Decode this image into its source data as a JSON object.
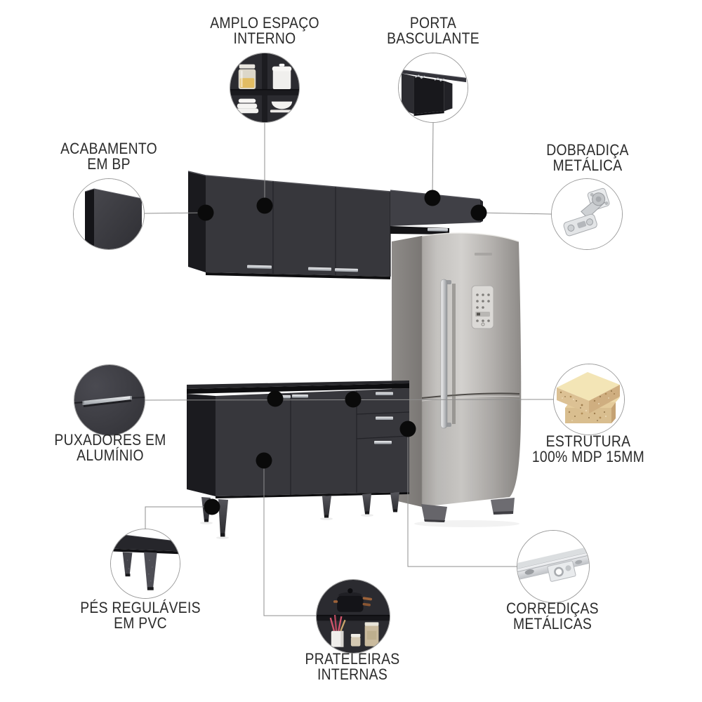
{
  "callouts": [
    {
      "id": "amplo-espaco-interno",
      "label": "AMPLO ESPAÇO\nINTERNO",
      "icon": "cabinet-interior-icon",
      "position": "top-left"
    },
    {
      "id": "porta-basculante",
      "label": "PORTA\nBASCULANTE",
      "icon": "flip-door-icon",
      "position": "top-right"
    },
    {
      "id": "acabamento-em-bp",
      "label": "ACABAMENTO\nEM BP",
      "icon": "bp-finish-panel-icon",
      "position": "left-upper"
    },
    {
      "id": "dobradica-metalica",
      "label": "DOBRADIÇA\nMETÁLICA",
      "icon": "metal-hinge-icon",
      "position": "right-upper"
    },
    {
      "id": "puxadores-em-aluminio",
      "label": "PUXADORES EM\nALUMÍNIO",
      "icon": "aluminum-handle-icon",
      "position": "left-middle"
    },
    {
      "id": "estrutura-mdp",
      "label": "ESTRUTURA\n100% MDP 15MM",
      "icon": "mdp-board-icon",
      "position": "right-middle"
    },
    {
      "id": "pes-regulaveis-pvc",
      "label": "PÉS REGULÁVEIS\nEM PVC",
      "icon": "adjustable-feet-icon",
      "position": "bottom-left"
    },
    {
      "id": "prateleiras-internas",
      "label": "PRATELEIRAS\nINTERNAS",
      "icon": "internal-shelves-icon",
      "position": "bottom-center"
    },
    {
      "id": "corredicas-metalicas",
      "label": "CORREDIÇAS\nMETÁLICAS",
      "icon": "metal-drawer-slide-icon",
      "position": "bottom-right"
    }
  ],
  "scene": {
    "objects": [
      "wall-cabinet",
      "flip-door-cabinet",
      "refrigerator",
      "base-cabinet"
    ]
  },
  "colors": {
    "background": "#ffffff",
    "cabinet": "#37373c",
    "cabinet_dark": "#18181b",
    "text": "#2b2b2b",
    "connector_line": "#8f8f8f",
    "anchor_dot": "#0a0a0a",
    "chrome": "#c4c7cb",
    "fridge_steel": "#b7b4b1",
    "mdp_veneer": "#f0dfae",
    "mdp_core": "#d9be8f"
  }
}
